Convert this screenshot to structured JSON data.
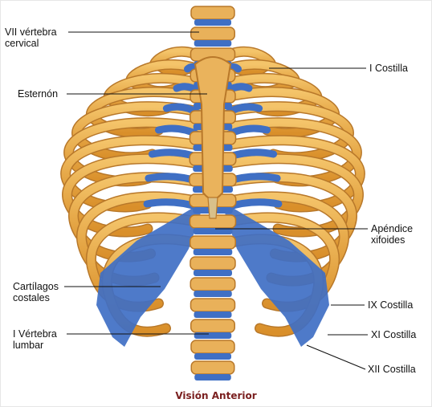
{
  "labels": {
    "vii_vertebra": [
      "VII vértebra",
      "cervical"
    ],
    "esternon": "Esternón",
    "i_costilla": "I Costilla",
    "apendice": [
      "Apéndice",
      "xifoides"
    ],
    "cartilagos": [
      "Cartílagos",
      "costales"
    ],
    "i_vertebra_lumbar": [
      "I Vértebra",
      "lumbar"
    ],
    "ix_costilla": "IX Costilla",
    "xi_costilla": "XI Costilla",
    "xii_costilla": "XII Costilla"
  },
  "caption": "Visión Anterior",
  "colors": {
    "bone": "#e8a843",
    "bone_shadow": "#b8782a",
    "cartilage": "#3f6fc4",
    "leader": "#111111",
    "caption": "#7a1f1f"
  }
}
